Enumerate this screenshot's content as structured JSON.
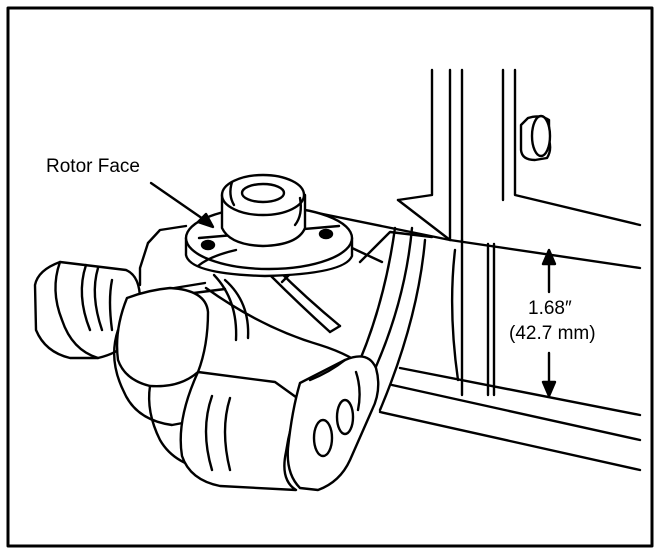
{
  "labels": {
    "rotor_face": "Rotor Face",
    "dimension_inches": "1.68″",
    "dimension_mm": "(42.7 mm)"
  },
  "colors": {
    "ink": "#000000",
    "paper": "#ffffff"
  }
}
